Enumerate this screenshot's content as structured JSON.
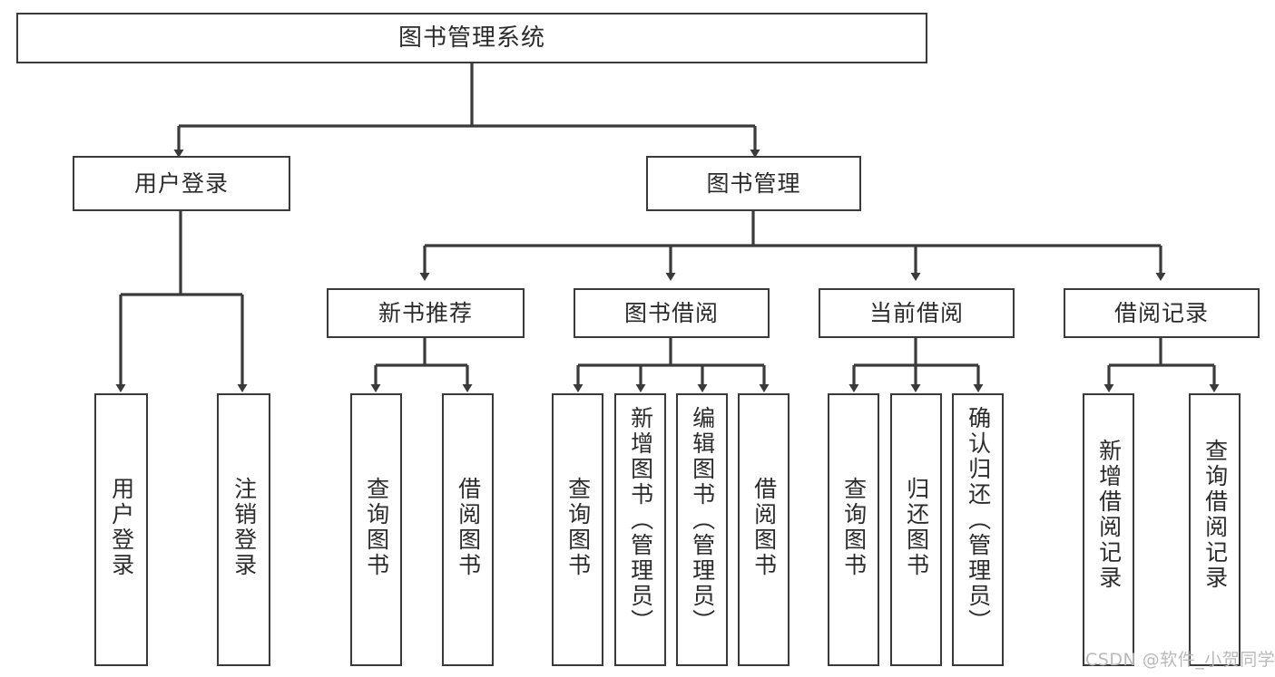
{
  "diagram": {
    "title": "图书管理系统",
    "type": "tree-hierarchy-chart",
    "colors": {
      "box_border": "#3a3a3a",
      "box_fill": "#ffffff",
      "edge": "#3a3a3a",
      "text": "#2b2b2b",
      "watermark": "#b9b9b9",
      "background": "#ffffff"
    }
  },
  "nodes": {
    "root": {
      "label": "图书管理系统"
    },
    "level1": [
      {
        "id": "user-login",
        "label": "用户登录"
      },
      {
        "id": "book-management",
        "label": "图书管理"
      }
    ],
    "level2": [
      {
        "id": "new-book-recommend",
        "label": "新书推荐"
      },
      {
        "id": "book-borrow",
        "label": "图书借阅"
      },
      {
        "id": "current-borrow",
        "label": "当前借阅"
      },
      {
        "id": "borrow-record",
        "label": "借阅记录"
      }
    ],
    "leaves": {
      "user_login": [
        {
          "id": "leaf-user-login",
          "label": "用户登录"
        },
        {
          "id": "leaf-logout-login",
          "label": "注销登录"
        }
      ],
      "new_book_recommend": [
        {
          "id": "leaf-query-book-1",
          "label": "查询图书"
        },
        {
          "id": "leaf-borrow-book-1",
          "label": "借阅图书"
        }
      ],
      "book_borrow": [
        {
          "id": "leaf-query-book-2",
          "label": "查询图书"
        },
        {
          "id": "leaf-add-book",
          "label": "新增图书（管理员）"
        },
        {
          "id": "leaf-edit-book",
          "label": "编辑图书（管理员）"
        },
        {
          "id": "leaf-borrow-book-2",
          "label": "借阅图书"
        }
      ],
      "current_borrow": [
        {
          "id": "leaf-query-book-3",
          "label": "查询图书"
        },
        {
          "id": "leaf-return-book",
          "label": "归还图书"
        },
        {
          "id": "leaf-confirm-return",
          "label": "确认归还（管理员）"
        }
      ],
      "borrow_record": [
        {
          "id": "leaf-add-record",
          "label": "新增借阅记录"
        },
        {
          "id": "leaf-query-record",
          "label": "查询借阅记录"
        }
      ]
    }
  },
  "watermark": {
    "text": "CSDN @软件_小贺同学"
  }
}
